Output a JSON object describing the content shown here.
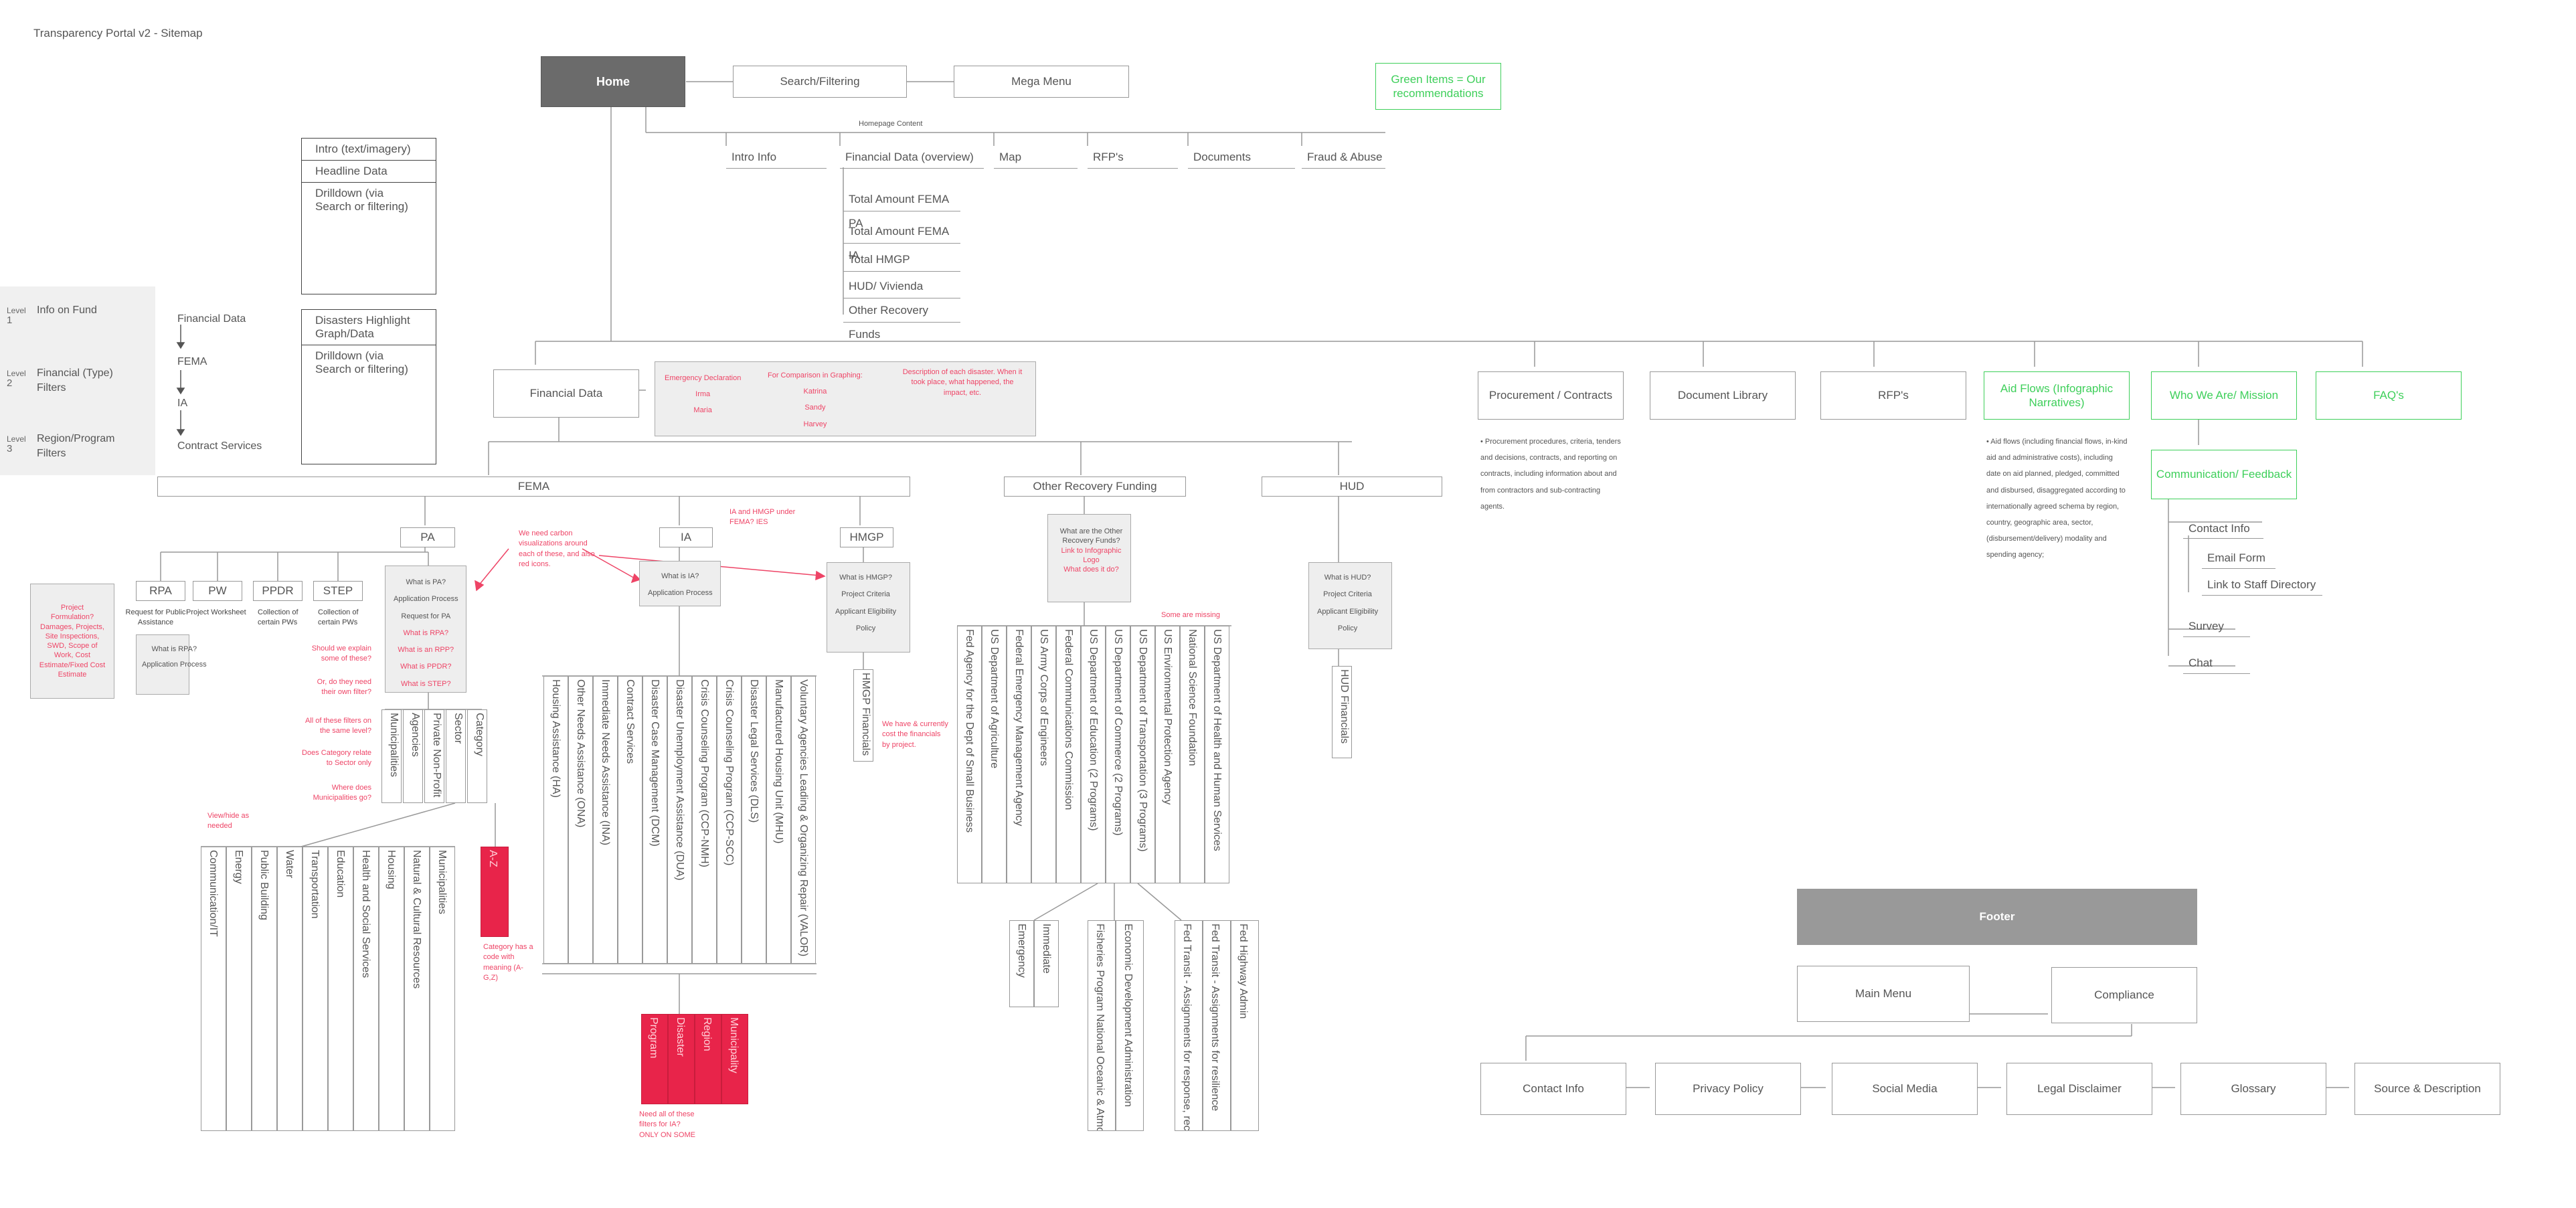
{
  "title": "Transparency Portal v2 - Sitemap",
  "green_note": "Green Items = Our recommendations",
  "home": "Home",
  "top_nav": [
    "Search/Filtering",
    "Mega Menu"
  ],
  "homepage_content_label": "Homepage Content",
  "homepage_items": [
    "Intro Info",
    "Financial Data (overview)",
    "Map",
    "RFP's",
    "Documents",
    "Fraud & Abuse"
  ],
  "overview_items": [
    "Total Amount FEMA PA",
    "Total Amount FEMA IA",
    "Total HMGP",
    "HUD/ Vivienda",
    "Other Recovery Funds"
  ],
  "levels": [
    {
      "label": "Level",
      "num": "1",
      "text": "Info on Fund"
    },
    {
      "label": "Level",
      "num": "2",
      "text": "Financial (Type) Filters"
    },
    {
      "label": "Level",
      "num": "3",
      "text": "Region/Program Filters"
    }
  ],
  "hierarchy": [
    "Financial Data",
    "FEMA",
    "IA",
    "Contract Services"
  ],
  "stack_a": [
    "Intro (text/imagery)",
    "Headline Data",
    "Drilldown (via Search or filtering)"
  ],
  "stack_b": [
    "Disasters Highlight Graph/Data",
    "Drilldown (via Search or filtering)"
  ],
  "financial_data": "Financial Data",
  "disaster_panel": {
    "col1": [
      "Emergency Declaration",
      "Irma",
      "Maria"
    ],
    "col2": [
      "For Comparison in Graphing:",
      "Katrina",
      "Sandy",
      "Harvey"
    ],
    "col3": "Description of each disaster. When it took place, what happened, the impact, etc."
  },
  "main_sections": [
    "Procurement / Contracts",
    "Document Library",
    "RFP's",
    "Aid Flows (Infographic Narratives)",
    "Who We Are/ Mission",
    "FAQ's"
  ],
  "communication": "Communication/ Feedback",
  "communication_items": [
    "Contact Info",
    "Email Form",
    "Link to Staff Directory",
    "Survey",
    "Chat"
  ],
  "procurement_note": "• Procurement procedures, criteria, tenders and decisions, contracts, and reporting on contracts, including information about and from contractors and sub-contracting agents.",
  "aidflows_note": "• Aid flows (including financial flows, in-kind aid and administrative costs), including date on aid planned, pledged, committed and disbursed, disaggregated according to internationally agreed schema by region, country, geographic area, sector, (disbursement/delivery) modality and spending agency;",
  "branches": [
    "FEMA",
    "Other Recovery Funding",
    "HUD"
  ],
  "fema_children": [
    "PA",
    "IA",
    "HMGP"
  ],
  "pa_children": [
    "RPA",
    "PW",
    "PPDR",
    "STEP"
  ],
  "pa_child_notes": [
    "Request for Public Assistance",
    "Project Worksheet",
    "Collection of certain PWs",
    "Collection of certain PWs"
  ],
  "pa_panel": [
    "What is PA?",
    "Application Process",
    "Request for PA",
    "What is RPA?",
    "What is an RPP?",
    "What is PPDR?",
    "What is STEP?"
  ],
  "rpa_panel": [
    "What is RPA?",
    "Application Process"
  ],
  "ia_panel": [
    "What is IA?",
    "Application Process"
  ],
  "hmgp_panel": [
    "What is HMGP?",
    "Project Criteria",
    "Applicant Eligibility",
    "Policy"
  ],
  "orf_panel": [
    "What are the Other Recovery Funds?",
    "Link to Infographic Logo",
    "What does it do?"
  ],
  "hud_panel": [
    "What is HUD?",
    "Project Criteria",
    "Applicant Eligibility",
    "Policy"
  ],
  "project_formulation": "Project Formulation? Damages, Projects, Site Inspections, SWD, Scope of Work, Cost Estimate/Fixed Cost Estimate",
  "red_notes": {
    "carbon": "We need carbon visualizations around each of these, and also red icons.",
    "ia_hmgp": "IA and HMGP under FEMA? IES",
    "explain": "Should we explain some of these?",
    "filter": "Or, do they need their own filter?",
    "same_level": "All of these filters on the same level?",
    "category": "Does Category relate to Sector only",
    "municipalities": "Where does Municipalities go?",
    "viewhide": "View/hide as needed",
    "category_code": "Category has a code with meaning (A-G,Z)",
    "currently": "We have & currently cost the financials by project.",
    "missing": "Some are missing",
    "needall": "Need all of these filters for IA? ONLY ON SOME"
  },
  "pa_filters": [
    "Municipalities",
    "Agencies",
    "Private Non-Profit",
    "Sector",
    "Category"
  ],
  "sector_list": [
    "Communication/IT",
    "Energy",
    "Public Building",
    "Water",
    "Transportation",
    "Education",
    "Health and Social Services",
    "Housing",
    "Natural & Cultural Resources",
    "Municipalities"
  ],
  "category_code": "A-Z",
  "ia_programs": [
    "Housing Assistance (HA)",
    "Other Needs Assistance (ONA)",
    "Immediate Needs Assistance (INA)",
    "Contract Services",
    "Disaster Case Management (DCM)",
    "Disaster Unemployment Assistance (DUA)",
    "Crisis Counseling Program (CCP-NMH)",
    "Crisis Counseling Program (CCP-SCC)",
    "Disaster Legal Services (DLS)",
    "Manufactured Housing Unit (MHU)",
    "Voluntary Agencies Leading & Organizing Repair (VALOR)"
  ],
  "ia_filters": [
    "Program",
    "Disaster",
    "Region",
    "Municipality"
  ],
  "hmgp_financials": "HMGP Financials",
  "hud_financials": "HUD Financials",
  "orf_agencies": [
    "Fed Agency for the Dept of Small Business",
    "US Department of Agriculture",
    "Federal Emergency Management Agency",
    "US Army Corps of Engineers",
    "Federal Communications Commission",
    "US Department of Education (2 Programs)",
    "US Department of Commerce (2 Programs)",
    "US Department of Transportation (3 Programs)",
    "US Environmental Protection Agency",
    "National Science Foundation",
    "US Department of Health and Human Services"
  ],
  "orf_sub_a": [
    "Emergency",
    "Immediate"
  ],
  "orf_sub_b": [
    "Economic Development Administration",
    "Fisheries Program National Oceanic & Atmospheric Admin"
  ],
  "orf_sub_c": [
    "Fed Transit - Assignments for response, recovery, & reconstruction",
    "Fed Transit - Assignments for resilience",
    "Fed Highway Admin"
  ],
  "footer": "Footer",
  "footer_row1": [
    "Main Menu",
    "Compliance"
  ],
  "footer_row2": [
    "Contact Info",
    "Privacy Policy",
    "Social Media",
    "Legal Disclaimer",
    "Glossary",
    "Source & Description"
  ],
  "colors": {
    "green": "#3ecf5a",
    "red": "#ee4466",
    "red_fill": "#e8244a",
    "dark": "#6b6b6b",
    "line": "#999999"
  }
}
